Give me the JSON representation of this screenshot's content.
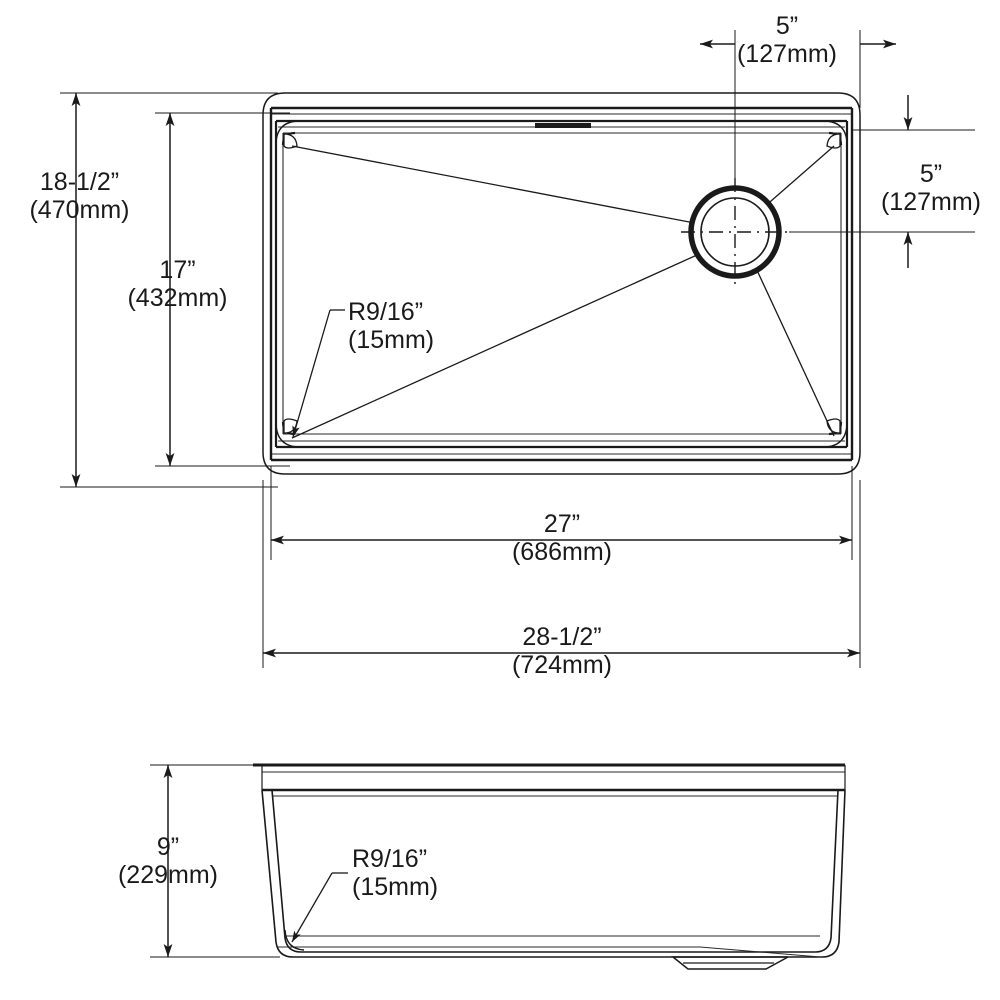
{
  "drawing": {
    "type": "engineering-dimension-drawing",
    "subject": "undermount single bowl kitchen sink",
    "views": [
      {
        "name": "top-view",
        "label": ""
      },
      {
        "name": "front-elevation-view",
        "label": ""
      }
    ]
  },
  "dimensions": {
    "overall_width": {
      "imperial": "28-1/2”",
      "metric": "(724mm)",
      "name": "overall-width"
    },
    "bowl_width": {
      "imperial": "27”",
      "metric": "(686mm)",
      "name": "bowl-width"
    },
    "overall_depth": {
      "imperial": "18-1/2”",
      "metric": "(470mm)",
      "name": "overall-depth"
    },
    "bowl_depth": {
      "imperial": "17”",
      "metric": "(432mm)",
      "name": "bowl-depth"
    },
    "drain_offset_x": {
      "imperial": "5”",
      "metric": "(127mm)",
      "name": "drain-offset-horizontal"
    },
    "drain_offset_y": {
      "imperial": "5”",
      "metric": "(127mm)",
      "name": "drain-offset-vertical"
    },
    "corner_radius_top": {
      "imperial": "R9/16”",
      "metric": "(15mm)",
      "name": "corner-radius-top-view"
    },
    "corner_radius_elev": {
      "imperial": "R9/16”",
      "metric": "(15mm)",
      "name": "corner-radius-elevation-view"
    },
    "bowl_height": {
      "imperial": "9”",
      "metric": "(229mm)",
      "name": "bowl-height"
    }
  },
  "colors": {
    "line": "#1a1a1a",
    "thin_line": "#2a2a2a",
    "background": "#ffffff"
  }
}
